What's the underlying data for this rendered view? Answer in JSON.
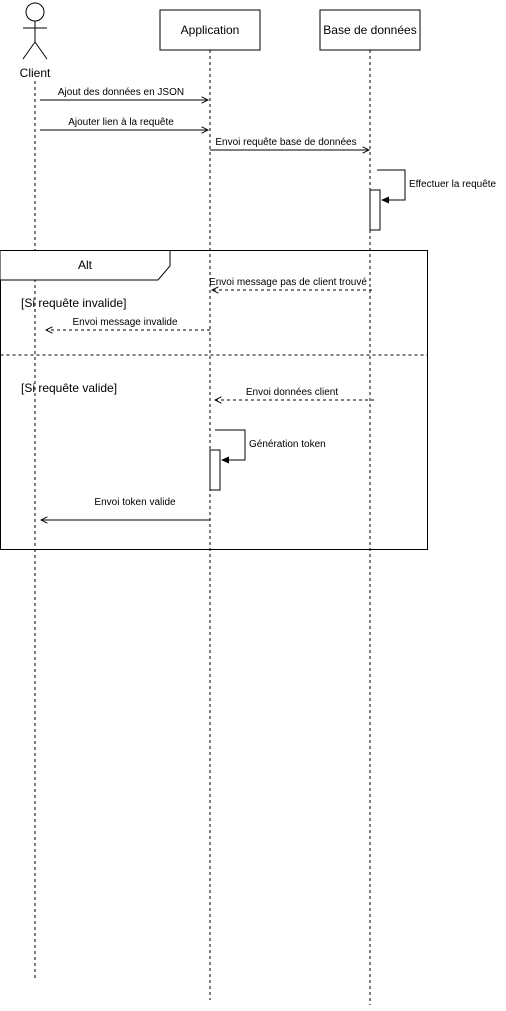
{
  "participants": {
    "client": "Client",
    "application": "Application",
    "database": "Base de données"
  },
  "messages": {
    "m1": "Ajout des données en JSON",
    "m2": "Ajouter lien à la requête",
    "m3": "Envoi requête base de données",
    "m4": "Effectuer la requête",
    "m5": "Envoi message pas de client trouvé",
    "m6": "Envoi message invalide",
    "m7": "Envoi données client",
    "m8": "Génération token",
    "m9": "Envoi token valide"
  },
  "fragment": {
    "operator": "Alt",
    "guard_invalid": "[Si requête invalide]",
    "guard_valid": "[Si requête valide]"
  }
}
